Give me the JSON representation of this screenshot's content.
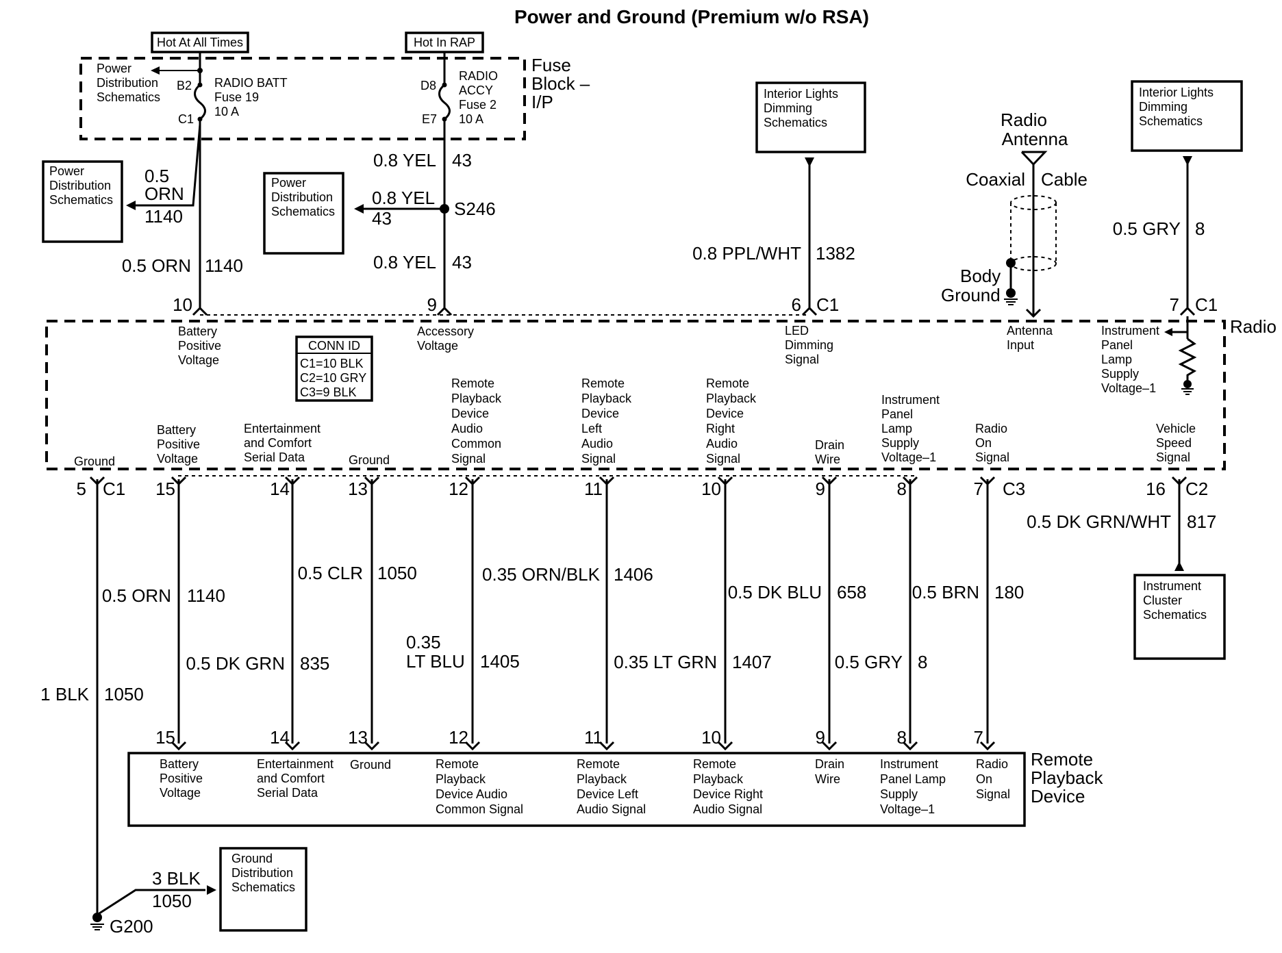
{
  "title": "Power and Ground (Premium w/o RSA)",
  "fuse_block": {
    "label": [
      "Fuse",
      "Block –",
      "I/P"
    ],
    "hot_at_all_times": "Hot At All Times",
    "hot_in_rap": "Hot In RAP",
    "fuse19": {
      "lines": [
        "RADIO BATT",
        "Fuse 19",
        "10 A"
      ],
      "pin_in": "B2",
      "pin_out": "C1"
    },
    "fuse2": {
      "lines": [
        "RADIO",
        "ACCY",
        "Fuse 2",
        "10 A"
      ],
      "pin_in": "D8",
      "pin_out": "E7"
    },
    "pd_inside": [
      "Power",
      "Distribution",
      "Schematics"
    ]
  },
  "ref_boxes": {
    "pd_left": [
      "Power",
      "Distribution",
      "Schematics"
    ],
    "pd_mid": [
      "Power",
      "Distribution",
      "Schematics"
    ],
    "ild_left": [
      "Interior Lights",
      "Dimming",
      "Schematics"
    ],
    "ild_right": [
      "Interior Lights",
      "Dimming",
      "Schematics"
    ],
    "instrument_cluster": [
      "Instrument",
      "Cluster",
      "Schematics"
    ],
    "ground_dist": [
      "Ground",
      "Distribution",
      "Schematics"
    ]
  },
  "upper_wires": {
    "branch_orn": {
      "size": "0.5",
      "color": "ORN",
      "circuit": "1140"
    },
    "w_orn": {
      "label": "0.5 ORN",
      "circuit": "1140"
    },
    "w_yel_top": {
      "label": "0.8 YEL",
      "circuit": "43"
    },
    "w_yel_branch": {
      "label": "0.8 YEL",
      "circuit": "43"
    },
    "splice": "S246",
    "w_yel_bottom": {
      "label": "0.8 YEL",
      "circuit": "43"
    },
    "w_ppl": {
      "label": "0.8 PPL/WHT",
      "circuit": "1382"
    },
    "w_gry_top": {
      "label": "0.5 GRY",
      "circuit": "8"
    },
    "antenna": [
      "Radio",
      "Antenna"
    ],
    "coax_a": "Coaxial",
    "coax_b": "Cable",
    "body_ground": [
      "Body",
      "Ground"
    ]
  },
  "radio": {
    "label": "Radio",
    "conn_id_title": "CONN ID",
    "conn_ids": [
      "C1=10 BLK",
      "C2=10 GRY",
      "C3=9 BLK"
    ],
    "top_pins": [
      {
        "pin": "10",
        "conn": "",
        "lines": [
          "Battery",
          "Positive",
          "Voltage"
        ]
      },
      {
        "pin": "9",
        "conn": "",
        "lines": [
          "Accessory",
          "Voltage"
        ]
      },
      {
        "pin": "6",
        "conn": "C1",
        "lines": [
          "LED",
          "Dimming",
          "Signal"
        ]
      },
      {
        "pin": "",
        "conn": "",
        "lines": [
          "Antenna",
          "Input"
        ]
      },
      {
        "pin": "7",
        "conn": "C1",
        "lines": [
          "Instrument",
          "Panel",
          "Lamp",
          "Supply",
          "Voltage–1"
        ]
      }
    ],
    "bottom_pins": [
      {
        "pin": "5",
        "conn": "C1",
        "lines": [
          "Ground"
        ]
      },
      {
        "pin": "15",
        "conn": "",
        "lines": [
          "Battery",
          "Positive",
          "Voltage"
        ]
      },
      {
        "pin": "14",
        "conn": "",
        "lines": [
          "Entertainment",
          "and Comfort",
          "Serial Data"
        ]
      },
      {
        "pin": "13",
        "conn": "",
        "lines": [
          "Ground"
        ]
      },
      {
        "pin": "12",
        "conn": "",
        "lines": [
          "Remote",
          "Playback",
          "Device",
          "Audio",
          "Common",
          "Signal"
        ]
      },
      {
        "pin": "11",
        "conn": "",
        "lines": [
          "Remote",
          "Playback",
          "Device",
          "Left",
          "Audio",
          "Signal"
        ]
      },
      {
        "pin": "10",
        "conn": "",
        "lines": [
          "Remote",
          "Playback",
          "Device",
          "Right",
          "Audio",
          "Signal"
        ]
      },
      {
        "pin": "9",
        "conn": "",
        "lines": [
          "Drain",
          "Wire"
        ]
      },
      {
        "pin": "8",
        "conn": "",
        "lines": [
          "Instrument",
          "Panel",
          "Lamp",
          "Supply",
          "Voltage–1"
        ]
      },
      {
        "pin": "7",
        "conn": "C3",
        "lines": [
          "Radio",
          "On",
          "Signal"
        ]
      },
      {
        "pin": "16",
        "conn": "C2",
        "lines": [
          "Vehicle",
          "Speed",
          "Signal"
        ]
      }
    ]
  },
  "lower_wires": {
    "w_blk": {
      "label": "1 BLK",
      "circuit": "1050"
    },
    "w_orn": {
      "label": "0.5 ORN",
      "circuit": "1140"
    },
    "w_dkgrn": {
      "label": "0.5 DK GRN",
      "circuit": "835"
    },
    "w_clr": {
      "label": "0.5 CLR",
      "circuit": "1050"
    },
    "w_ltblu": {
      "size": "0.35",
      "color": "LT BLU",
      "circuit": "1405"
    },
    "w_ornblk": {
      "label": "0.35 ORN/BLK",
      "circuit": "1406"
    },
    "w_ltgrn": {
      "label": "0.35 LT GRN",
      "circuit": "1407"
    },
    "w_dkblu": {
      "label": "0.5 DK BLU",
      "circuit": "658"
    },
    "w_gry": {
      "label": "0.5 GRY",
      "circuit": "8"
    },
    "w_brn": {
      "label": "0.5 BRN",
      "circuit": "180"
    },
    "w_dkgrnwht": {
      "label": "0.5 DK GRN/WHT",
      "circuit": "817"
    },
    "w_3blk": {
      "label": "3 BLK",
      "circuit": "1050"
    },
    "ground": "G200"
  },
  "rpd": {
    "label": [
      "Remote",
      "Playback",
      "Device"
    ],
    "pins": [
      {
        "pin": "15",
        "lines": [
          "Battery",
          "Positive",
          "Voltage"
        ]
      },
      {
        "pin": "14",
        "lines": [
          "Entertainment",
          "and Comfort",
          "Serial Data"
        ]
      },
      {
        "pin": "13",
        "lines": [
          "Ground"
        ]
      },
      {
        "pin": "12",
        "lines": [
          "Remote",
          "Playback",
          "Device Audio",
          "Common Signal"
        ]
      },
      {
        "pin": "11",
        "lines": [
          "Remote",
          "Playback",
          "Device Left",
          "Audio Signal"
        ]
      },
      {
        "pin": "10",
        "lines": [
          "Remote",
          "Playback",
          "Device Right",
          "Audio Signal"
        ]
      },
      {
        "pin": "9",
        "lines": [
          "Drain",
          "Wire"
        ]
      },
      {
        "pin": "8",
        "lines": [
          "Instrument",
          "Panel Lamp",
          "Supply",
          "Voltage–1"
        ]
      },
      {
        "pin": "7",
        "lines": [
          "Radio",
          "On",
          "Signal"
        ]
      }
    ]
  }
}
